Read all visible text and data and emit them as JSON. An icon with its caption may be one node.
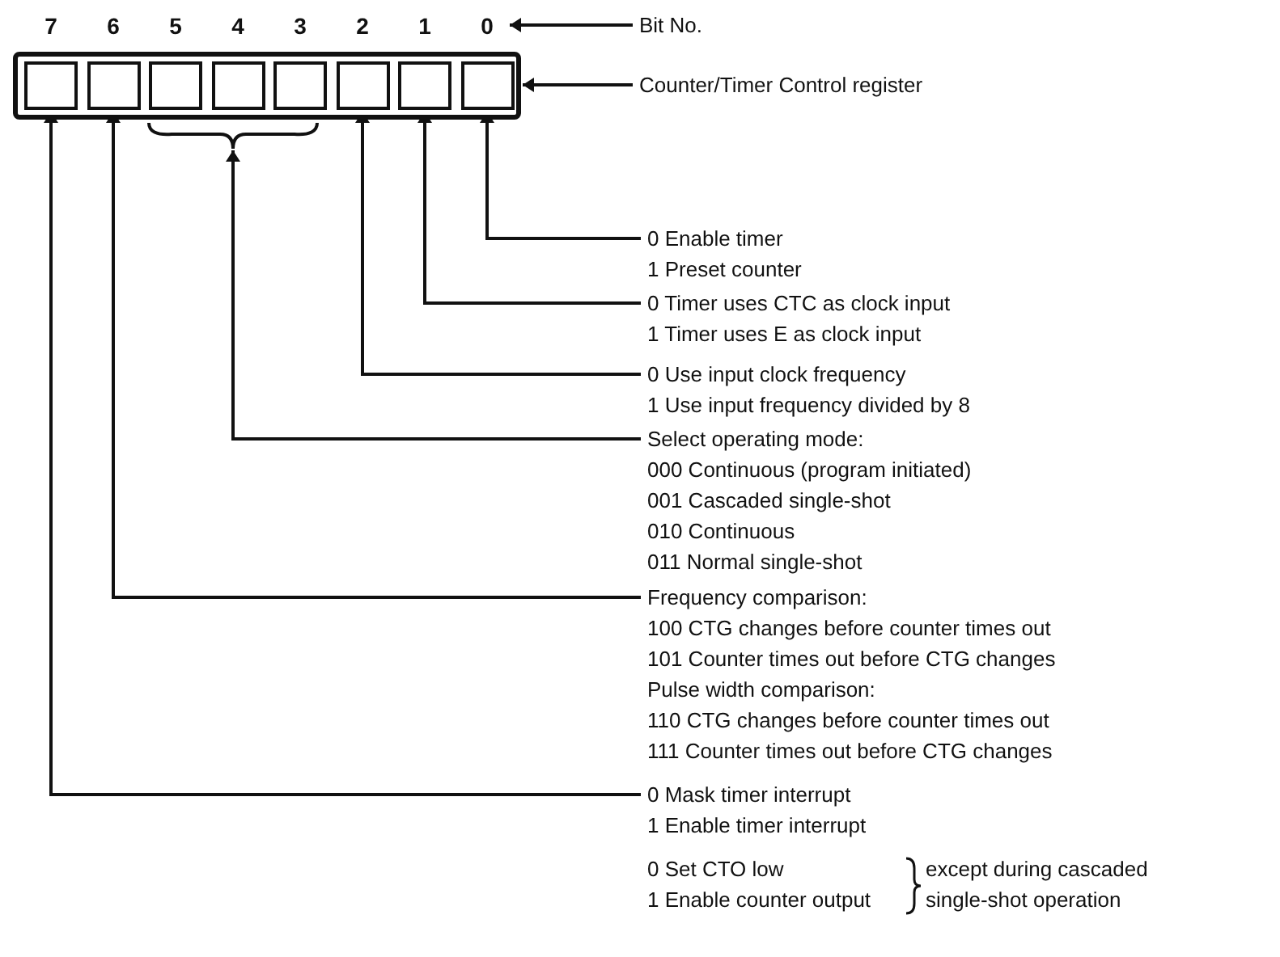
{
  "diagram": {
    "nodes": [
      {
        "text": [],
        "shape": "box"
      },
      {
        "text": [],
        "shape": "box",
        "in": 0,
        "beside": [
          "7"
        ]
      },
      {
        "text": [],
        "shape": "box",
        "in": 0,
        "beside": [
          "6"
        ]
      },
      {
        "text": [],
        "shape": "box",
        "in": 0,
        "beside": [
          "5"
        ]
      },
      {
        "text": [],
        "shape": "box",
        "in": 0,
        "beside": [
          "4"
        ]
      },
      {
        "text": [],
        "shape": "box",
        "in": 0,
        "beside": [
          "3"
        ]
      },
      {
        "text": [],
        "shape": "box",
        "in": 0,
        "beside": [
          "2"
        ]
      },
      {
        "text": [],
        "shape": "box",
        "in": 0,
        "beside": [
          "1"
        ]
      },
      {
        "text": [],
        "shape": "box",
        "in": 0,
        "beside": [
          "0"
        ]
      },
      {
        "text": [],
        "shape": "bracket"
      },
      {
        "text": [
          "Bit No."
        ]
      },
      {
        "text": [
          "Counter/Timer Control register"
        ]
      },
      {
        "text": [
          "0 Enable timer",
          "1 Preset counter"
        ]
      },
      {
        "text": [
          "0 Timer uses CTC as clock input",
          "1 Timer uses E as clock input"
        ]
      },
      {
        "text": [
          "0 Use input clock frequency",
          "1 Use input frequency divided by 8"
        ]
      },
      {
        "text": [
          "Select operating mode:",
          "000 Continuous (program initiated)",
          "001 Cascaded single-shot",
          "010 Continuous",
          "011 Normal single-shot"
        ]
      },
      {
        "text": [
          "Frequency comparison:",
          "100 CTG changes before counter times out",
          "101 Counter times out before CTG changes",
          "Pulse width comparison:",
          "110 CTG changes before counter times out",
          "111 Counter times out before CTG changes"
        ]
      },
      {
        "text": [
          "0 Mask timer interrupt",
          "1 Enable timer interrupt"
        ]
      }
    ],
    "edges": [
      {
        "from": 10,
        "to": 8,
        "arrow": "to"
      },
      {
        "from": 11,
        "to": 0,
        "arrow": "to"
      },
      {
        "from": 12,
        "to": 8,
        "arrow": "to"
      },
      {
        "from": 13,
        "to": 7,
        "arrow": "to"
      },
      {
        "from": 14,
        "to": 6,
        "arrow": "to"
      },
      {
        "from": 15,
        "to": 9,
        "arrow": "to"
      },
      {
        "from": 16,
        "to": 2,
        "arrow": "to"
      },
      {
        "from": 17,
        "to": 1,
        "arrow": "to"
      }
    ],
    "labels": [
      "0 Set CTO low",
      "1 Enable counter output",
      "except during cascaded single-shot operation"
    ]
  }
}
